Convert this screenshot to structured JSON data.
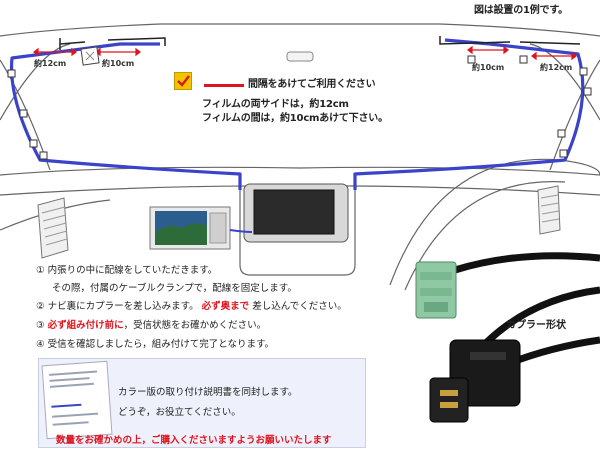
{
  "header": {
    "note": "図は設置の1例です。"
  },
  "legend": {
    "check_icon": "check-icon",
    "line1": "間隔をあけてご利用ください",
    "line2": "フィルムの両サイドは，約12cm",
    "line3": "フィルムの間は，約10cmあけて下さい。"
  },
  "dimensions": {
    "left_outer": "約12cm",
    "left_inner": "約10cm",
    "right_inner": "約10cm",
    "right_outer": "約12cm"
  },
  "steps": [
    {
      "num": "①",
      "text": "内張りの中に配線をしていただきます。"
    },
    {
      "num": "",
      "text": "その際，付属のケーブルクランプで，配線を固定します。"
    },
    {
      "num": "②",
      "text_before": "ナビ裏にカプラーを差し込みます。",
      "emph": "必ず奥まで",
      "text_after": "差し込んでください。"
    },
    {
      "num": "③",
      "emph": "必ず組み付け前に",
      "text_after": "，受信状態をお確かめください。"
    },
    {
      "num": "④",
      "text": "受信を確認しましたら，組み付けて完了となります。"
    }
  ],
  "connector": {
    "label": "カプラー形状"
  },
  "manual": {
    "line1": "カラー版の取り付け説明書を同封します。",
    "line2": "どうぞ，お役立てください。",
    "warning": "数量をお確かめの上，ご購入くださいますようお願いいたします"
  },
  "colors": {
    "cable": "#3a44c8",
    "accent_red": "#e0141e",
    "connector_green": "#8fc9a3",
    "connector_black": "#1a1a1a"
  }
}
